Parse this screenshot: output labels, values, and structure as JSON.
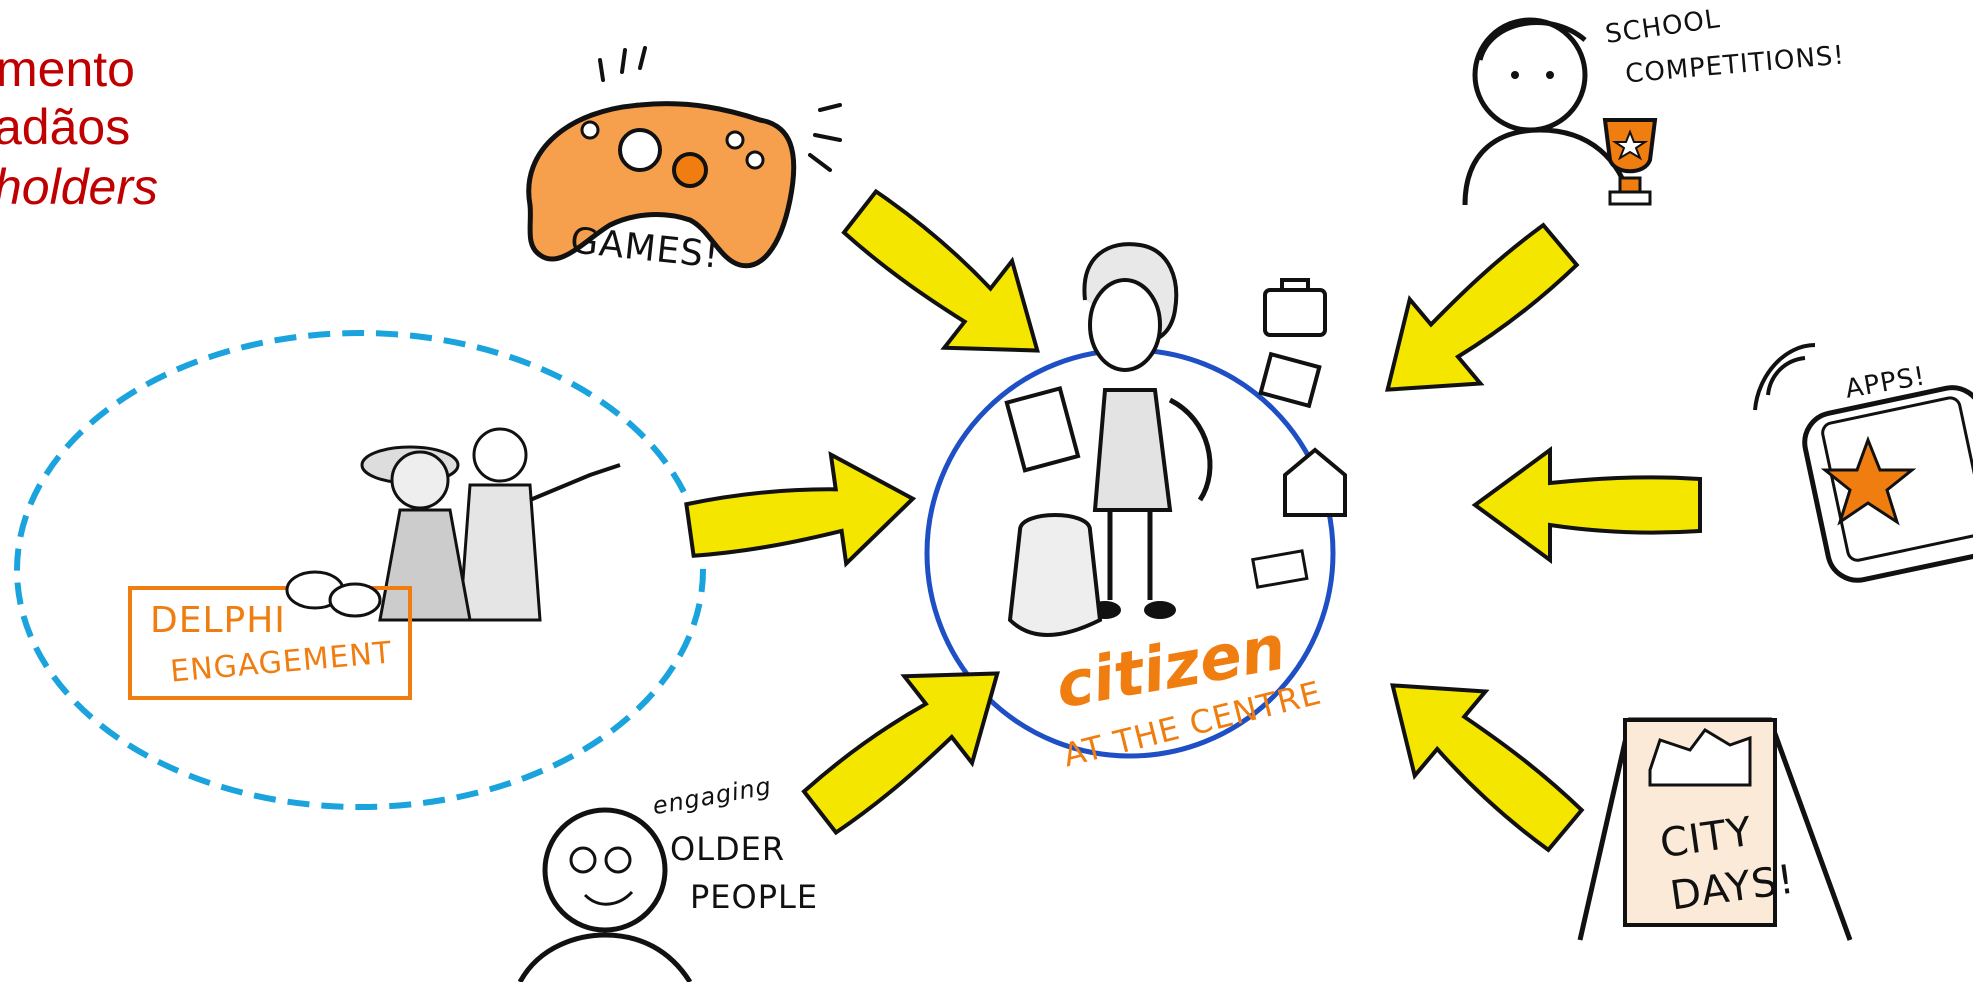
{
  "title": {
    "lines": [
      "mento",
      "adãos",
      "holders"
    ]
  },
  "center": {
    "label_main": "citizen",
    "label_sub": "AT THE CENTRE"
  },
  "nodes": {
    "games": "GAMES!",
    "school_line1": "SCHOOL",
    "school_line2": "COMPETITIONS!",
    "apps": "APPS!",
    "delphi_line1": "DELPHI",
    "delphi_line2": "ENGAGEMENT",
    "older_line1": "engaging",
    "older_line2": "OLDER",
    "older_line3": "PEOPLE",
    "city_line1": "CITY",
    "city_line2": "DAYS!"
  },
  "colors": {
    "title": "#c00000",
    "arrow": "#f5e600",
    "circle": "#1f4fc4",
    "dashed_ellipse": "#1aa3dd",
    "accent": "#f07d10"
  },
  "icons": [
    "game-controller-icon",
    "trophy-icon",
    "smartphone-icon",
    "chat-bubbles-icon",
    "sandwich-board-icon",
    "briefcase-icon",
    "house-icon",
    "calendar-icon",
    "shopping-bag-icon",
    "tablet-icon",
    "money-icon"
  ]
}
